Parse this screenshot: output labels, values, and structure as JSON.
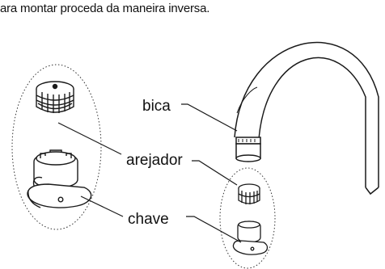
{
  "caption": "ara montar proceda da maneira inversa.",
  "labels": {
    "bica": "bica",
    "arejador": "arejador",
    "chave": "chave"
  },
  "colors": {
    "stroke": "#1a1a1a",
    "fill": "#ffffff",
    "dotted": "#333333"
  }
}
